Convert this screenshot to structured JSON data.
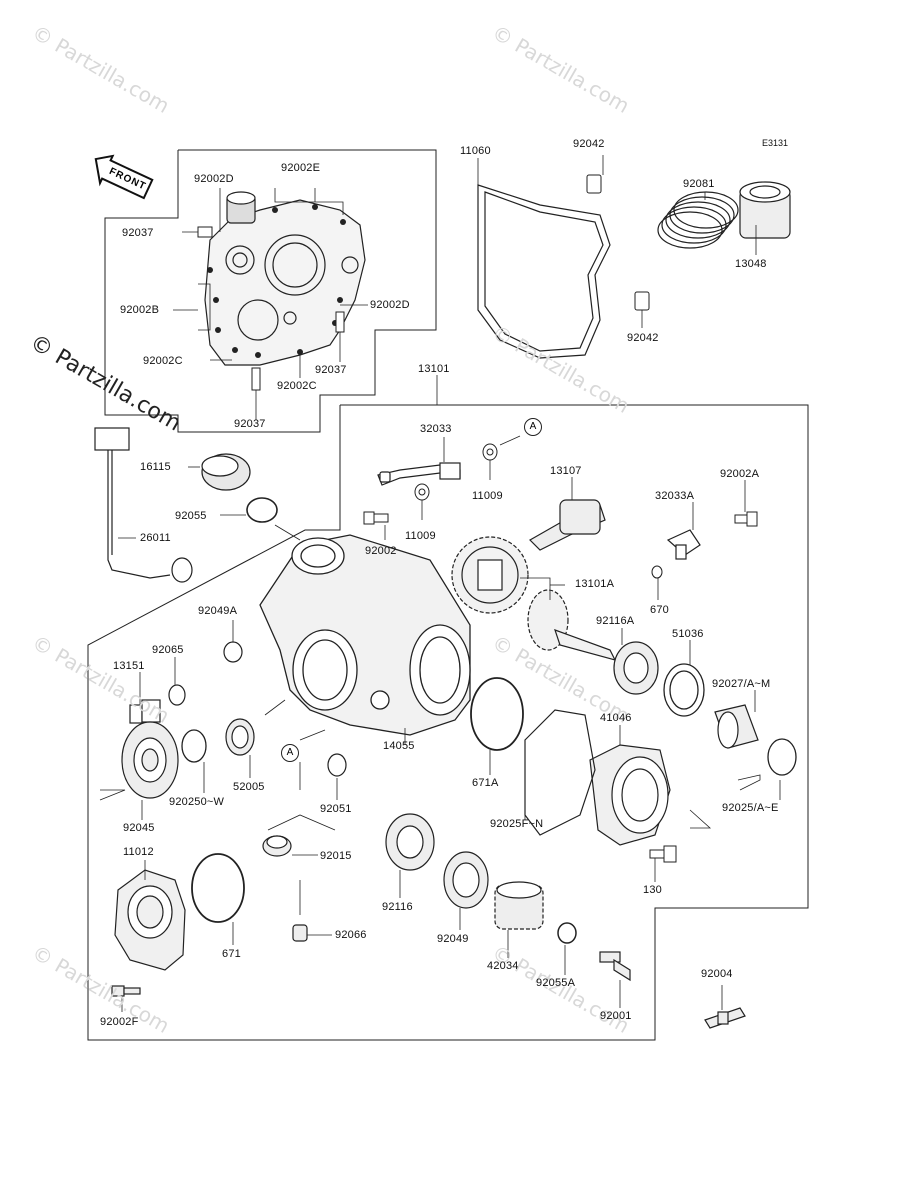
{
  "diagram_code": "E3131",
  "front_label": "FRONT",
  "ref_a": "A",
  "watermark_main": "© Partzilla.com",
  "watermark_small": "© Partzilla.com",
  "parts": {
    "p92002E": "92002E",
    "p92002D_top": "92002D",
    "p92037_top": "92037",
    "p92002B": "92002B",
    "p92002D_right": "92002D",
    "p92002C_left": "92002C",
    "p92037_mid": "92037",
    "p92002C_mid": "92002C",
    "p92037_bottom": "92037",
    "p11060": "11060",
    "p92042_top": "92042",
    "p92042_bottom": "92042",
    "p92081": "92081",
    "p13048": "13048",
    "p13101": "13101",
    "p32033": "32033",
    "p11009_a": "11009",
    "p11009_b": "11009",
    "p13107": "13107",
    "p16115": "16115",
    "p92055": "92055",
    "p26011": "26011",
    "p92002": "92002",
    "p32033A": "32033A",
    "p92002A": "92002A",
    "p13101A": "13101A",
    "p670": "670",
    "p92049A": "92049A",
    "p92065": "92065",
    "p13151": "13151",
    "p92116A": "92116A",
    "p51036": "51036",
    "p92027": "92027/A~M",
    "p41046": "41046",
    "p52005": "52005",
    "p14055": "14055",
    "p671A": "671A",
    "p920250": "920250~W",
    "p92051": "92051",
    "p92025F": "92025F~N",
    "p92025A": "92025/A~E",
    "p92045": "92045",
    "p92015": "92015",
    "p130": "130",
    "p11012": "11012",
    "p92116": "92116",
    "p92066": "92066",
    "p92049": "92049",
    "p671": "671",
    "p42034": "42034",
    "p92055A": "92055A",
    "p92004": "92004",
    "p92001": "92001",
    "p92002F": "92002F"
  }
}
